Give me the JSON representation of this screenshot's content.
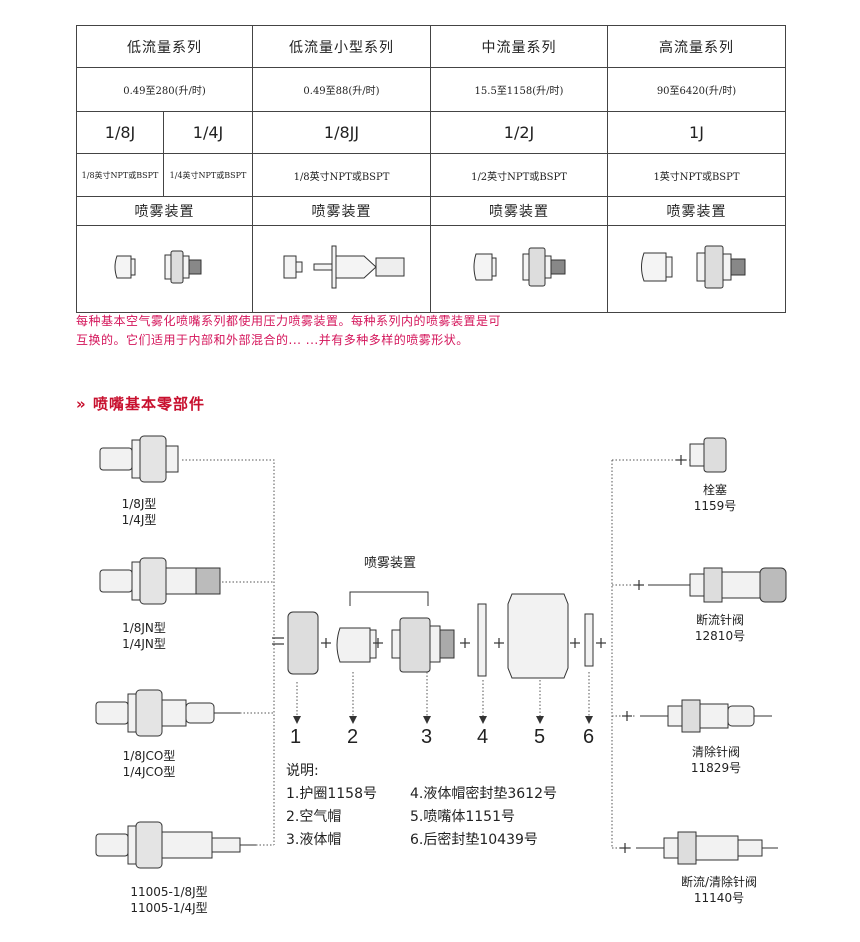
{
  "table": {
    "headers": [
      "低流量系列",
      "低流量小型系列",
      "中流量系列",
      "高流量系列"
    ],
    "ranges": [
      "0.49至280(升/时)",
      "0.49至88(升/时)",
      "15.5至1158(升/时)",
      "90至6420(升/时)"
    ],
    "sizes": [
      "1/8J",
      "1/4J",
      "1/8JJ",
      "1/2J",
      "1J"
    ],
    "threads": [
      "1/8英寸NPT或BSPT",
      "1/4英寸NPT或BSPT",
      "1/8英寸NPT或BSPT",
      "1/2英寸NPT或BSPT",
      "1英寸NPT或BSPT"
    ],
    "spray_label": "喷雾装置"
  },
  "note": {
    "line1": "每种基本空气雾化喷嘴系列都使用压力喷雾装置。每种系列内的喷雾装置是可",
    "line2": "互换的。它们适用于内部和外部混合的... ...并有多种多样的喷雾形状。"
  },
  "section": {
    "marker": "»",
    "title": "喷嘴基本零部件"
  },
  "left_bodies": [
    {
      "line1": "1/8J型",
      "line2": "1/4J型"
    },
    {
      "line1": "1/8JN型",
      "line2": "1/4JN型"
    },
    {
      "line1": "1/8JCO型",
      "line2": "1/4JCO型"
    },
    {
      "line1": "11005-1/8J型",
      "line2": "11005-1/4J型"
    }
  ],
  "right_parts": [
    {
      "line1": "栓塞",
      "line2": "1159号"
    },
    {
      "line1": "断流针阀",
      "line2": "12810号"
    },
    {
      "line1": "清除针阀",
      "line2": "11829号"
    },
    {
      "line1": "断流/清除针阀",
      "line2": "11140号"
    }
  ],
  "assembly": {
    "spray_group_label": "喷雾装置",
    "part_numbers": [
      "1",
      "2",
      "3",
      "4",
      "5",
      "6"
    ],
    "legend_title": "说明:",
    "legend_left": [
      "1.护圈1158号",
      "2.空气帽",
      "3.液体帽"
    ],
    "legend_right": [
      "4.液体帽密封垫3612号",
      "5.喷嘴体1151号",
      "6.后密封垫10439号"
    ]
  },
  "colors": {
    "note": "#d4145a",
    "section": "#c8102e",
    "line": "#444444"
  }
}
